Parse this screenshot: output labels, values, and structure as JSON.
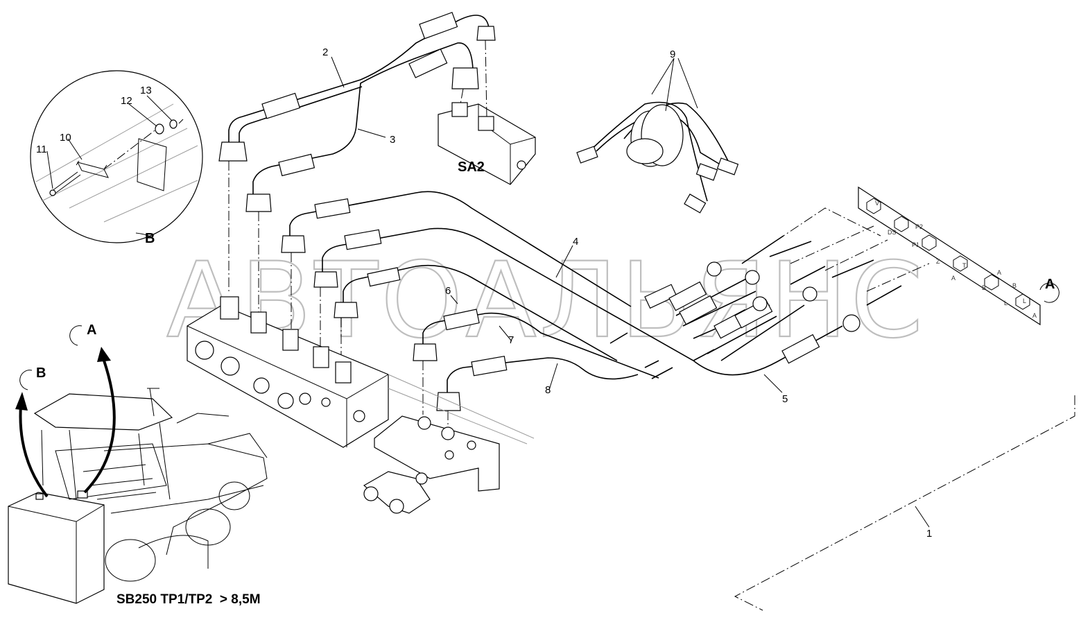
{
  "labels": {
    "p1": "1",
    "p2": "2",
    "p3": "3",
    "p4": "4",
    "p5": "5",
    "p6": "6",
    "p7": "7",
    "p8": "8",
    "p9": "9",
    "p10": "10",
    "p11": "11",
    "p12": "12",
    "p13": "13"
  },
  "views": {
    "a_panel": "A",
    "a_machine": "A",
    "b_machine": "B",
    "b_detail": "B"
  },
  "block_tag": "SA2",
  "caption": "SB250 TP1/TP2  > 8,5M",
  "watermark": "АВТОАЛЬЯНС",
  "panel_letters": [
    "V",
    "DS",
    "P2",
    "P1",
    "Z",
    "T",
    "A",
    "B",
    "L",
    "A",
    "B",
    "L",
    "A"
  ]
}
